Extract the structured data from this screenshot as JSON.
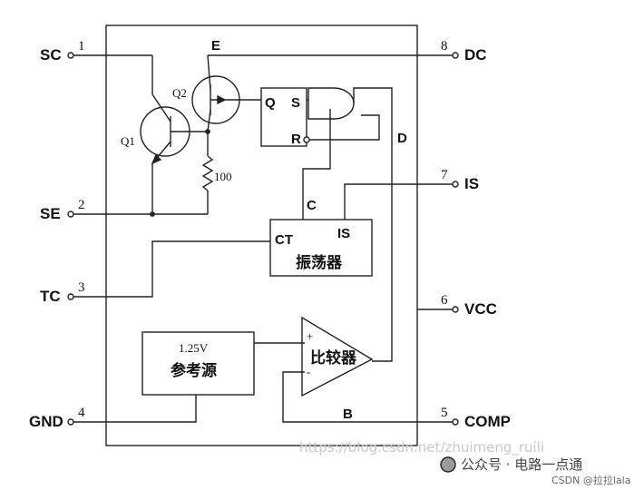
{
  "pins": [
    {
      "num": "1",
      "label": "SC"
    },
    {
      "num": "2",
      "label": "SE"
    },
    {
      "num": "3",
      "label": "TC"
    },
    {
      "num": "4",
      "label": "GND"
    },
    {
      "num": "5",
      "label": "COMP"
    },
    {
      "num": "6",
      "label": "VCC"
    },
    {
      "num": "7",
      "label": "IS"
    },
    {
      "num": "8",
      "label": "DC"
    }
  ],
  "transistors": {
    "q1": "Q1",
    "q2": "Q2"
  },
  "resistor": "100",
  "signals": {
    "e": "E",
    "d": "D",
    "c": "C",
    "b": "B"
  },
  "latch": {
    "q": "Q",
    "s": "S",
    "r": "R"
  },
  "oscillator": {
    "ct": "CT",
    "is": "IS",
    "name": "振荡器"
  },
  "reference": {
    "voltage": "1.25V",
    "name": "参考源"
  },
  "comparator": {
    "plus": "+",
    "minus": "-",
    "name": "比较器"
  },
  "watermark": {
    "url": "https://blog.csdn.net/zhuimeng_ruili",
    "account": "公众号 · 电路一点通",
    "csdn": "CSDN @拉拉lala"
  }
}
